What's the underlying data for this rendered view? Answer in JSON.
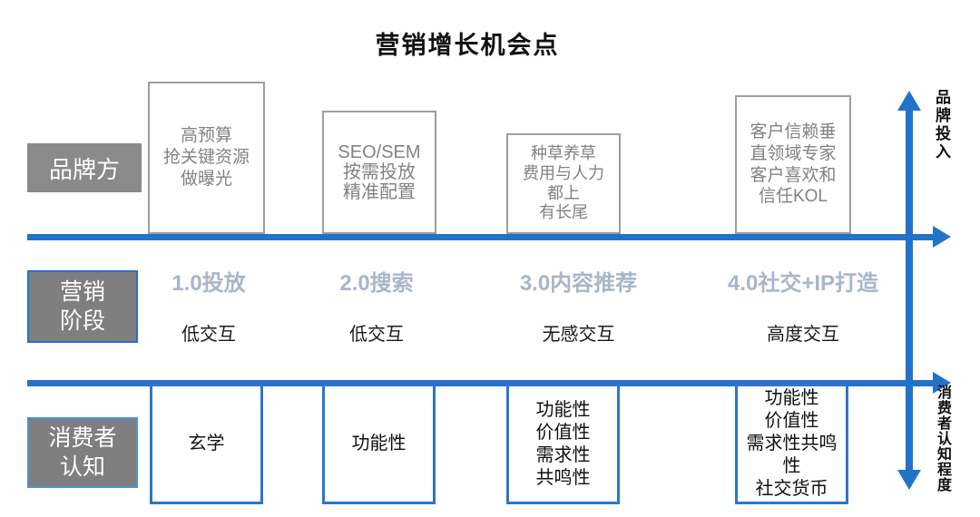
{
  "title": "营销增长机会点",
  "row_labels": {
    "brand": "品牌方",
    "stage": "营销\n阶段",
    "consumer": "消费者\n认知"
  },
  "columns": [
    {
      "brand_box": "高预算\n抢关键资源\n做曝光",
      "stage": "1.0投放",
      "interaction": "低交互",
      "consumer_box": "玄学"
    },
    {
      "brand_box": "SEO/SEM\n按需投放\n精准配置",
      "stage": "2.0搜索",
      "interaction": "低交互",
      "consumer_box": "功能性"
    },
    {
      "brand_box": "种草养草\n费用与人力\n都上\n有长尾",
      "stage": "3.0内容推荐",
      "interaction": "无感交互",
      "consumer_box": "功能性\n价值性\n需求性\n共鸣性"
    },
    {
      "brand_box": "客户信赖垂\n直领域专家\n客户喜欢和\n信任KOL",
      "stage": "4.0社交+IP打造",
      "interaction": "高度交互",
      "consumer_box": "功能性\n价值性\n需求性共鸣\n性\n社交货币"
    }
  ],
  "axis": {
    "top_label": "品牌投入",
    "bottom_label": "消费者认知程度"
  },
  "colors": {
    "accent_blue": "#2273C8",
    "label_gray": "#8A8A8A",
    "stage_title_blue_gray": "#A9B6C9",
    "top_box_border": "#9E9E9E",
    "top_box_text": "#828282"
  }
}
